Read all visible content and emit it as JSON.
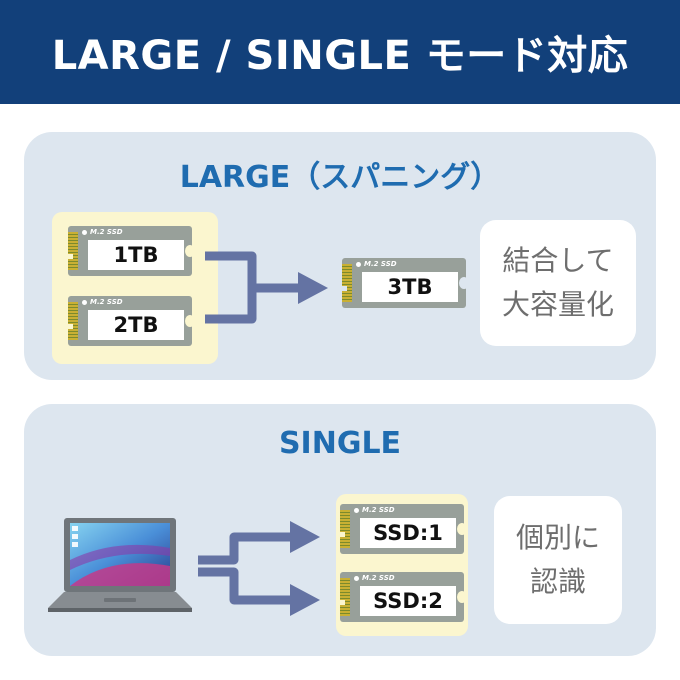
{
  "header": {
    "title": "LARGE / SINGLE モード対応"
  },
  "ssd_brand": "M.2 SSD",
  "large": {
    "title": "LARGE（スパニング）",
    "drives": [
      "1TB",
      "2TB"
    ],
    "combined_drive": "3TB",
    "result_lines": [
      "結合して",
      "大容量化"
    ]
  },
  "single": {
    "title": "SINGLE",
    "drives": [
      "SSD:1",
      "SSD:2"
    ],
    "result_lines": [
      "個別に",
      "認識"
    ]
  },
  "colors": {
    "header_bg": "#12407a",
    "title_blue": "#1f6cb0",
    "panel_bg": "#dde6ef",
    "arrow": "#6473a3",
    "ssd_group_bg": "#fbf6cf"
  },
  "icons": [
    "laptop-icon",
    "ssd-icon",
    "arrow-right-icon"
  ]
}
